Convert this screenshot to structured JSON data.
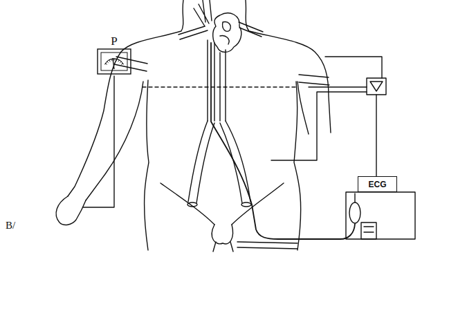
{
  "diagram": {
    "nodes": [
      {
        "text": [
          "P"
        ]
      },
      {
        "text": [
          "ECG"
        ]
      }
    ],
    "labels": [
      "B/"
    ]
  }
}
